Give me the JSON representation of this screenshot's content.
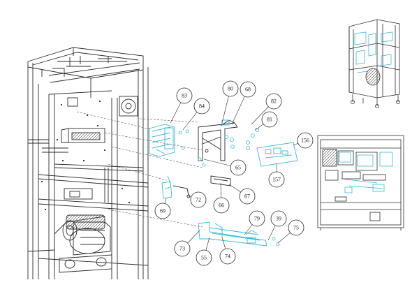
{
  "colors": {
    "line": "#2b2b2b",
    "highlight": "#3fb6d6",
    "background": "#ffffff"
  },
  "callouts": [
    {
      "id": "83",
      "label": "83"
    },
    {
      "id": "84",
      "label": "84"
    },
    {
      "id": "80",
      "label": "80"
    },
    {
      "id": "68",
      "label": "68"
    },
    {
      "id": "82",
      "label": "82"
    },
    {
      "id": "81",
      "label": "81"
    },
    {
      "id": "156",
      "label": "156"
    },
    {
      "id": "65",
      "label": "65"
    },
    {
      "id": "157",
      "label": "157"
    },
    {
      "id": "72",
      "label": "72"
    },
    {
      "id": "66",
      "label": "66"
    },
    {
      "id": "67",
      "label": "67"
    },
    {
      "id": "69",
      "label": "69"
    },
    {
      "id": "79",
      "label": "79"
    },
    {
      "id": "39",
      "label": "39"
    },
    {
      "id": "75",
      "label": "75"
    },
    {
      "id": "73",
      "label": "73"
    },
    {
      "id": "55",
      "label": "55"
    },
    {
      "id": "74",
      "label": "74"
    }
  ]
}
